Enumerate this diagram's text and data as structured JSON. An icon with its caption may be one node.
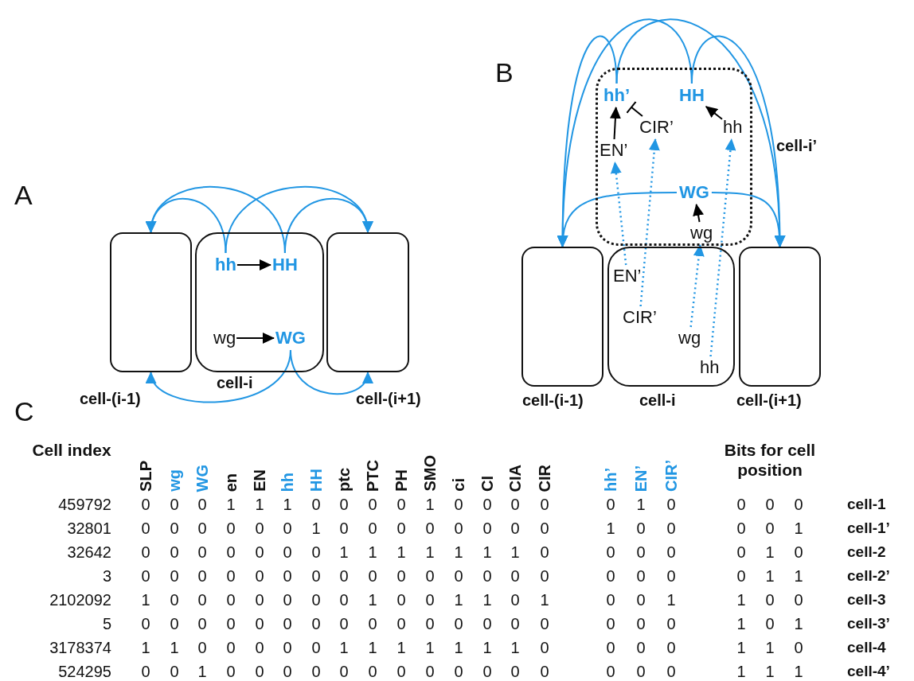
{
  "diagram": {
    "nodes": [
      {
        "text": [],
        "shape": "box",
        "beside": [
          "cell-(i-1)"
        ]
      },
      {
        "text": [],
        "shape": "box",
        "beside": [
          "cell-i"
        ]
      },
      {
        "text": [],
        "shape": "box",
        "beside": [
          "cell-(i+1)"
        ]
      },
      {
        "text": [
          "hh"
        ],
        "in": 1
      },
      {
        "text": [
          "HH"
        ],
        "in": 1
      },
      {
        "text": [
          "wg"
        ],
        "in": 1
      },
      {
        "text": [
          "WG"
        ],
        "in": 1
      },
      {
        "text": [],
        "shape": "box",
        "beside": [
          "cell-(i-1)"
        ]
      },
      {
        "text": [],
        "shape": "box",
        "beside": [
          "cell-i"
        ]
      },
      {
        "text": [],
        "shape": "box",
        "beside": [
          "cell-(i+1)"
        ]
      },
      {
        "text": [],
        "shape": "box",
        "beside": [
          "cell-i’"
        ]
      },
      {
        "text": [
          "hh’"
        ],
        "in": 10
      },
      {
        "text": [
          "HH"
        ],
        "in": 10
      },
      {
        "text": [
          "CIR’"
        ],
        "in": 10
      },
      {
        "text": [
          "hh"
        ],
        "in": 10
      },
      {
        "text": [
          "EN’"
        ],
        "in": 10
      },
      {
        "text": [
          "WG"
        ],
        "in": 10
      },
      {
        "text": [
          "wg"
        ],
        "in": 10
      },
      {
        "text": [
          "EN’"
        ],
        "in": 8
      },
      {
        "text": [
          "CIR’"
        ],
        "in": 8
      },
      {
        "text": [
          "wg"
        ],
        "in": 8
      },
      {
        "text": [
          "hh"
        ],
        "in": 8
      }
    ],
    "edges": [
      {
        "from": 3,
        "to": 4,
        "arrow": "to",
        "color": "#000000"
      },
      {
        "from": 5,
        "to": 6,
        "arrow": "to",
        "color": "#000000"
      },
      {
        "from": 3,
        "to": 0,
        "arrow": "to"
      },
      {
        "from": 3,
        "to": 2,
        "arrow": "to"
      },
      {
        "from": 4,
        "to": 0,
        "arrow": "to"
      },
      {
        "from": 4,
        "to": 2,
        "arrow": "to"
      },
      {
        "from": 6,
        "to": 0,
        "arrow": "to"
      },
      {
        "from": 6,
        "to": 2,
        "arrow": "to"
      },
      {
        "from": 15,
        "to": 11,
        "arrow": "to",
        "color": "#000000"
      },
      {
        "from": 13,
        "to": 11,
        "arrow": "other",
        "color": "#000000"
      },
      {
        "from": 14,
        "to": 12,
        "arrow": "to",
        "color": "#000000"
      },
      {
        "from": 17,
        "to": 16,
        "arrow": "to",
        "color": "#000000"
      },
      {
        "from": 18,
        "to": 15,
        "arrow": "to",
        "style": "dashed"
      },
      {
        "from": 19,
        "to": 13,
        "arrow": "to",
        "style": "dashed"
      },
      {
        "from": 20,
        "to": 17,
        "arrow": "to",
        "style": "dashed"
      },
      {
        "from": 21,
        "to": 14,
        "arrow": "to",
        "style": "dashed"
      },
      {
        "from": 11,
        "to": 7,
        "arrow": "to"
      },
      {
        "from": 11,
        "to": 9,
        "arrow": "to"
      },
      {
        "from": 12,
        "to": 7,
        "arrow": "to"
      },
      {
        "from": 12,
        "to": 9,
        "arrow": "to"
      },
      {
        "from": 16,
        "to": 7,
        "arrow": "to"
      },
      {
        "from": 16,
        "to": 9,
        "arrow": "to"
      }
    ],
    "labels": [
      "A",
      "B",
      "C",
      "Cell index",
      "SLP",
      "wg",
      "WG",
      "en",
      "EN",
      "hh",
      "HH",
      "ptc",
      "PTC",
      "PH",
      "SMO",
      "ci",
      "CI",
      "CIA",
      "CIR",
      "hh’",
      "EN’",
      "CIR’",
      "Bits for cell position",
      "459792",
      "0",
      "0",
      "0",
      "1",
      "1",
      "1",
      "0",
      "0",
      "0",
      "0",
      "1",
      "0",
      "0",
      "0",
      "0",
      "0",
      "1",
      "0",
      "0",
      "0",
      "0",
      "cell-1",
      "32801",
      "0",
      "0",
      "0",
      "0",
      "0",
      "0",
      "1",
      "0",
      "0",
      "0",
      "0",
      "0",
      "0",
      "0",
      "0",
      "1",
      "0",
      "0",
      "0",
      "0",
      "1",
      "cell-1’",
      "32642",
      "0",
      "0",
      "0",
      "0",
      "0",
      "0",
      "0",
      "1",
      "1",
      "1",
      "1",
      "1",
      "1",
      "1",
      "0",
      "0",
      "0",
      "0",
      "0",
      "1",
      "0",
      "cell-2",
      "3",
      "0",
      "0",
      "0",
      "0",
      "0",
      "0",
      "0",
      "0",
      "0",
      "0",
      "0",
      "0",
      "0",
      "0",
      "0",
      "0",
      "0",
      "0",
      "0",
      "1",
      "1",
      "cell-2’",
      "2102092",
      "1",
      "0",
      "0",
      "0",
      "0",
      "0",
      "0",
      "0",
      "1",
      "0",
      "0",
      "1",
      "1",
      "0",
      "1",
      "0",
      "0",
      "1",
      "1",
      "0",
      "0",
      "cell-3",
      "5",
      "0",
      "0",
      "0",
      "0",
      "0",
      "0",
      "0",
      "0",
      "0",
      "0",
      "0",
      "0",
      "0",
      "0",
      "0",
      "0",
      "0",
      "0",
      "1",
      "0",
      "1",
      "cell-3’",
      "3178374",
      "1",
      "1",
      "0",
      "0",
      "0",
      "0",
      "0",
      "1",
      "1",
      "1",
      "1",
      "1",
      "1",
      "1",
      "0",
      "0",
      "0",
      "0",
      "1",
      "1",
      "0",
      "cell-4",
      "524295",
      "0",
      "0",
      "1",
      "0",
      "0",
      "0",
      "0",
      "0",
      "0",
      "0",
      "0",
      "0",
      "0",
      "0",
      "0",
      "0",
      "0",
      "0",
      "1",
      "1",
      "1",
      "cell-4’"
    ]
  }
}
